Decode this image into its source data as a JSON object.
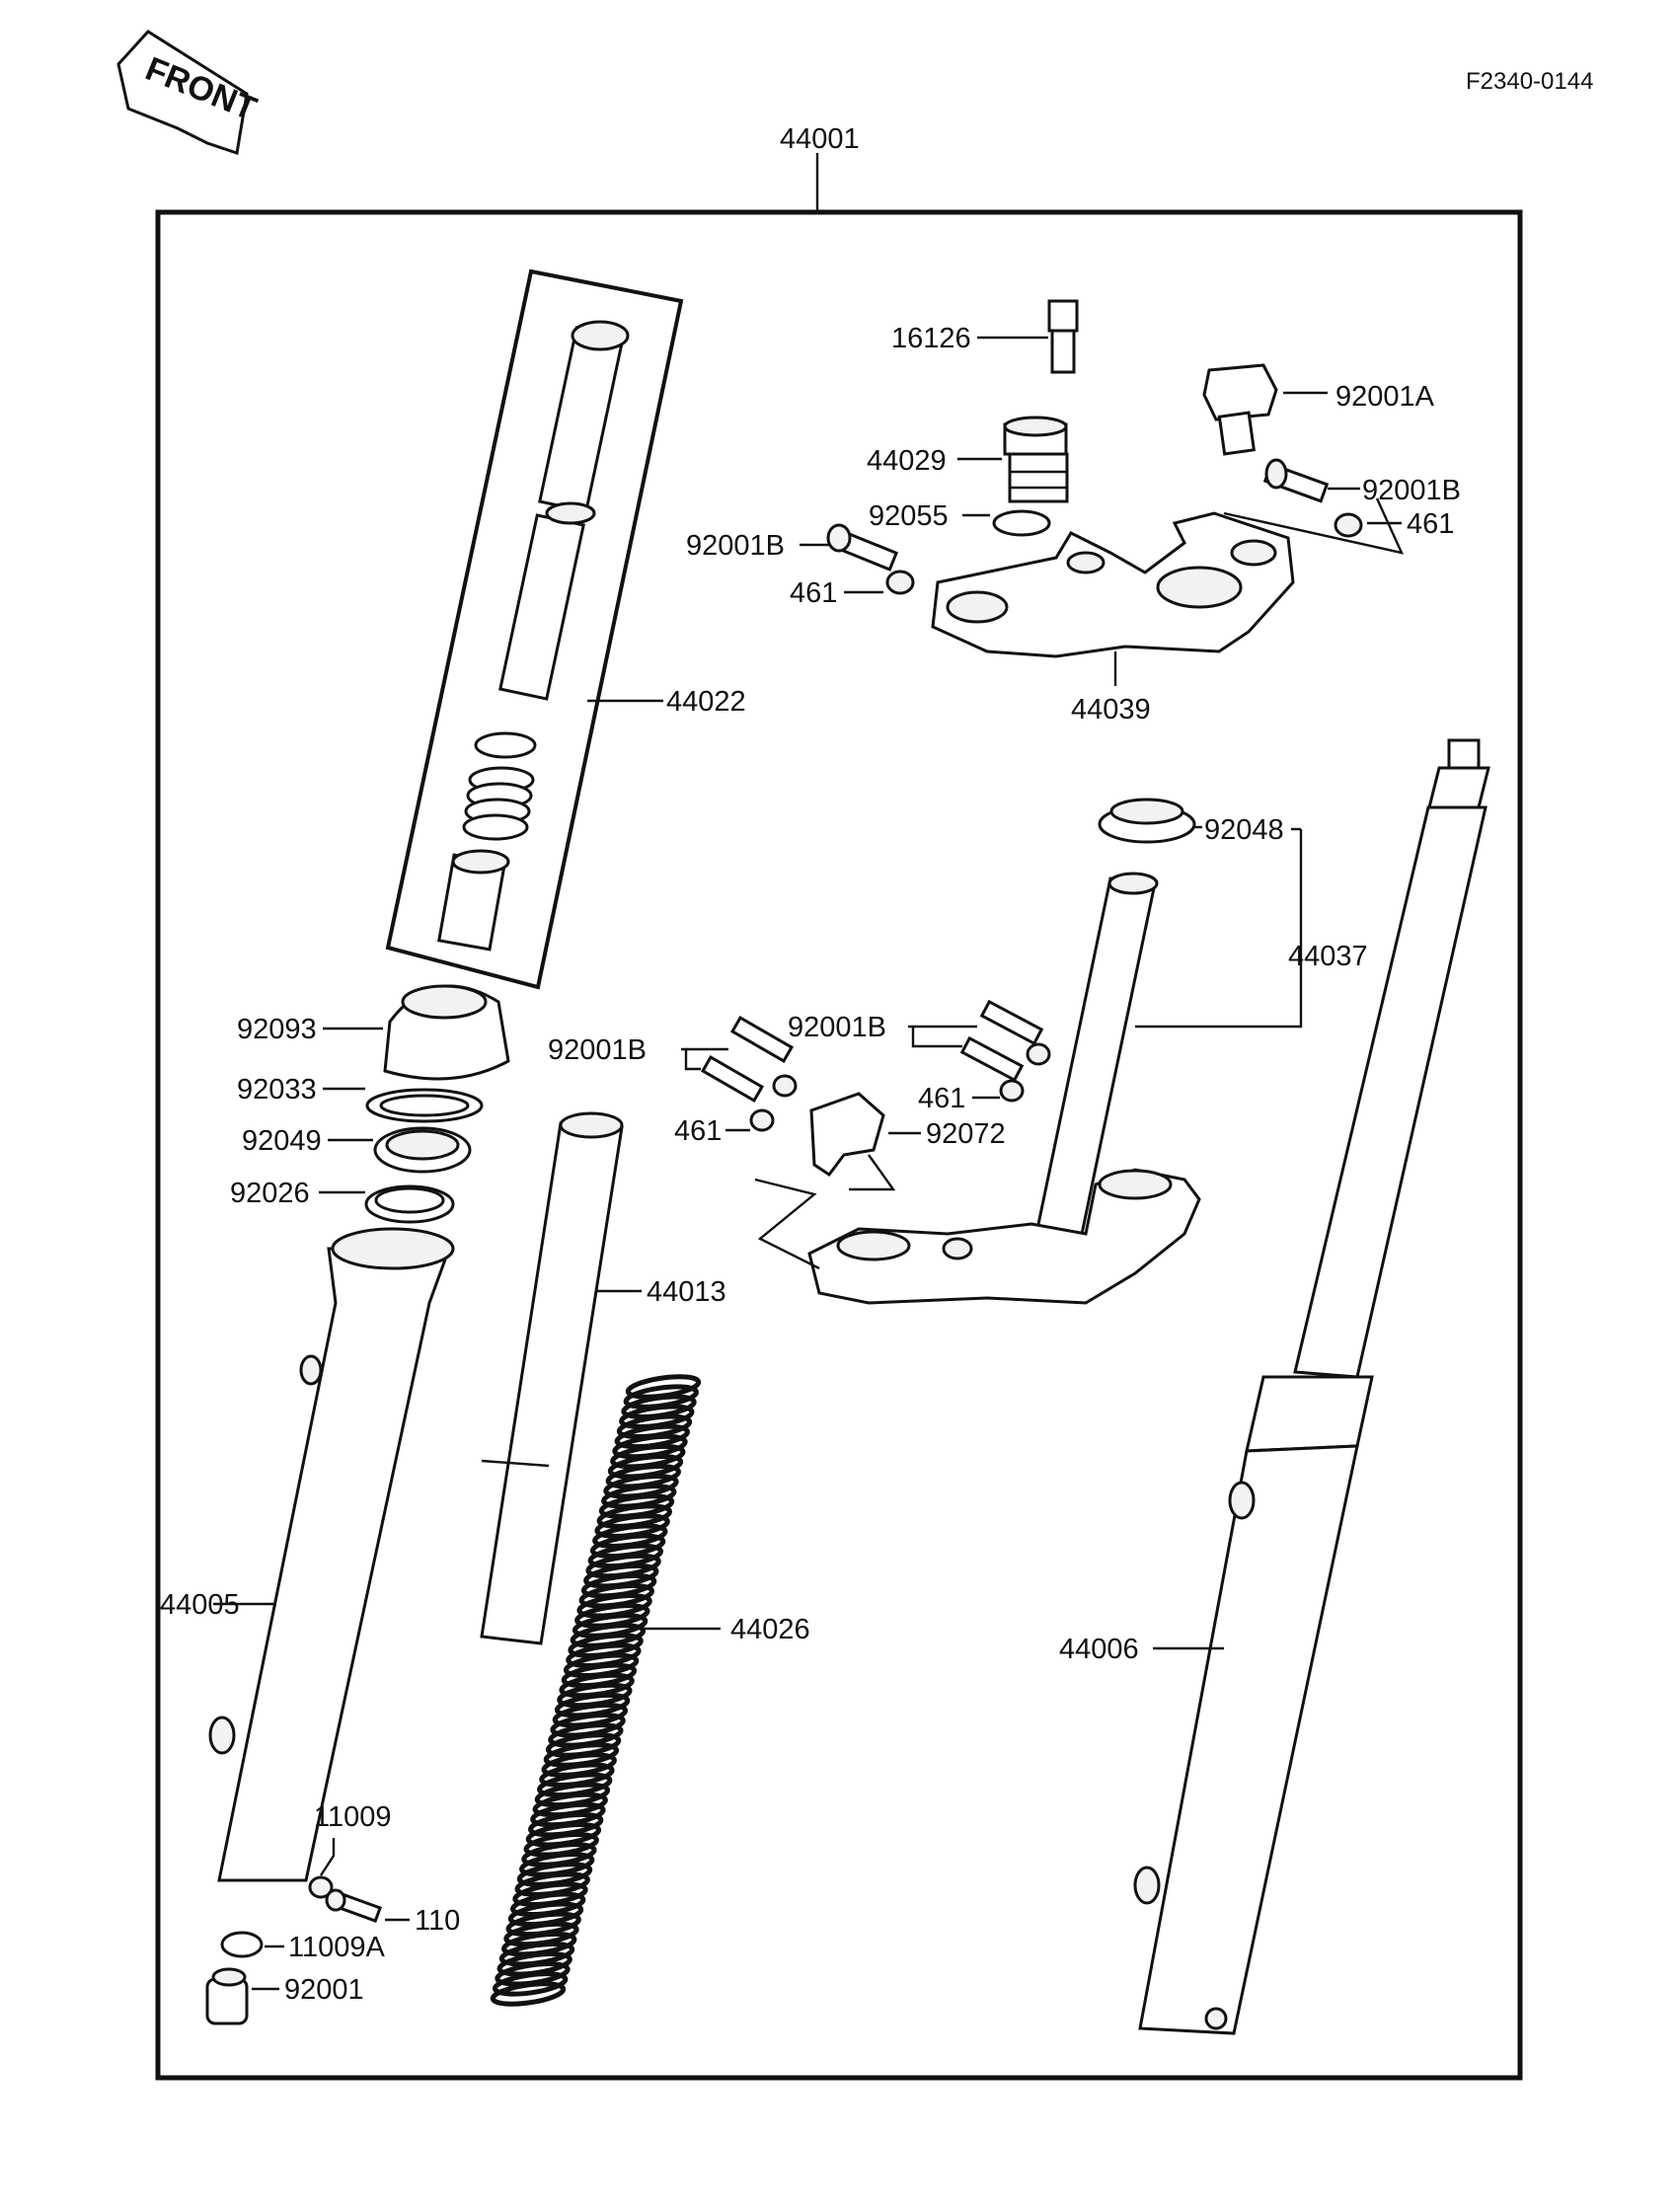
{
  "header": {
    "front_arrow_label": "FRONT",
    "reference_code": "F2340-0144"
  },
  "labels": {
    "p44001": "44001",
    "p16126": "16126",
    "p92001A": "92001A",
    "p44029": "44029",
    "p92001B_top_right": "92001B",
    "p92055": "92055",
    "p461_top_right": "461",
    "p92001B_top_left": "92001B",
    "p461_top_left": "461",
    "p44039": "44039",
    "p44022": "44022",
    "p92048": "92048",
    "p44037": "44037",
    "p92093": "92093",
    "p92001B_mid_right": "92001B",
    "p92001B_mid_left": "92001B",
    "p92033": "92033",
    "p461_mid_right": "461",
    "p461_mid_left": "461",
    "p92072": "92072",
    "p92049": "92049",
    "p92026": "92026",
    "p44013": "44013",
    "p44005": "44005",
    "p44026": "44026",
    "p44006": "44006",
    "p11009": "11009",
    "p110": "110",
    "p11009A": "11009A",
    "p92001": "92001"
  }
}
